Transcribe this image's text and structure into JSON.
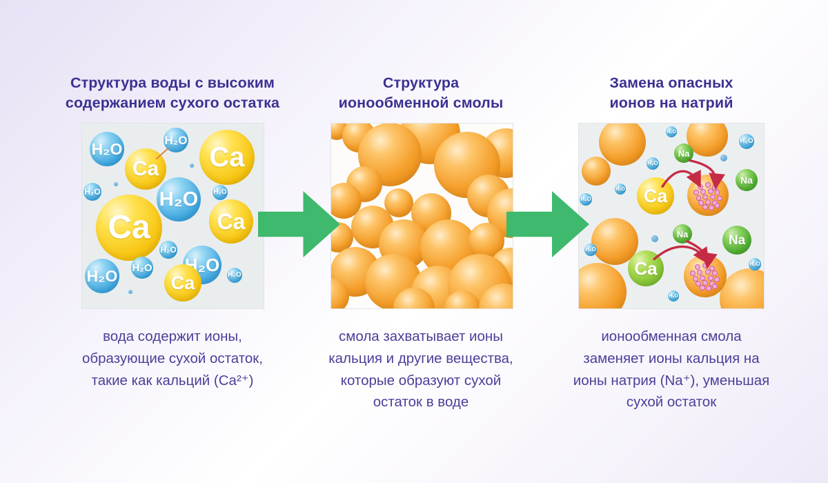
{
  "page": {
    "title_color": "#3b3191",
    "caption_color": "#4b3f98",
    "arrow_color": "#3eb96d",
    "red_arrow_color": "#c62b45",
    "pink_dot_color": "#f3abd8"
  },
  "labels": {
    "water": "H₂O",
    "calcium": "Ca",
    "sodium": "Na"
  },
  "columns": [
    {
      "title": "Структура воды с высоким\nсодержанием сухого остатка",
      "caption": "вода содержит ионы,\nобразующие сухой остаток,\nтакие как кальций (Ca²⁺)",
      "spheres": [
        [
          136,
          24,
          18,
          "w"
        ],
        [
          36,
          37,
          25,
          "w"
        ],
        [
          210,
          49,
          40,
          "ca"
        ],
        [
          92,
          66,
          30,
          "ca"
        ],
        [
          159,
          61,
          3,
          "wd"
        ],
        [
          49,
          88,
          3,
          "wd"
        ],
        [
          15,
          99,
          13,
          "w"
        ],
        [
          200,
          100,
          11,
          "w"
        ],
        [
          140,
          110,
          32,
          "w"
        ],
        [
          216,
          142,
          32,
          "ca"
        ],
        [
          68,
          151,
          48,
          "ca"
        ],
        [
          125,
          183,
          13,
          "w"
        ],
        [
          87,
          209,
          16,
          "w"
        ],
        [
          174,
          205,
          28,
          "w"
        ],
        [
          29,
          221,
          25,
          "w"
        ],
        [
          221,
          220,
          11,
          "w"
        ],
        [
          146,
          231,
          27,
          "ca"
        ],
        [
          70,
          244,
          3,
          "wd"
        ]
      ]
    },
    {
      "title": "Структура\nионообменной смолы",
      "caption": "смола захватывает ионы\nкальция и другие вещества,\nкоторые образуют сухой\nостаток в воде",
      "spheres": [
        [
          8,
          8,
          16,
          "o"
        ],
        [
          40,
          18,
          24,
          "o"
        ],
        [
          143,
          15,
          44,
          "o"
        ],
        [
          253,
          43,
          36,
          "o"
        ],
        [
          85,
          45,
          46,
          "o"
        ],
        [
          197,
          60,
          48,
          "o"
        ],
        [
          48,
          88,
          26,
          "o"
        ],
        [
          18,
          112,
          26,
          "o"
        ],
        [
          98,
          115,
          21,
          "o"
        ],
        [
          228,
          105,
          31,
          "o"
        ],
        [
          145,
          130,
          29,
          "o"
        ],
        [
          262,
          130,
          36,
          "o"
        ],
        [
          60,
          150,
          31,
          "o"
        ],
        [
          10,
          165,
          22,
          "o"
        ],
        [
          105,
          175,
          36,
          "o"
        ],
        [
          170,
          180,
          41,
          "o"
        ],
        [
          225,
          170,
          26,
          "o"
        ],
        [
          35,
          215,
          36,
          "o"
        ],
        [
          260,
          210,
          30,
          "o"
        ],
        [
          90,
          230,
          41,
          "o"
        ],
        [
          155,
          245,
          39,
          "o"
        ],
        [
          215,
          235,
          46,
          "o"
        ],
        [
          0,
          250,
          26,
          "o"
        ],
        [
          120,
          268,
          30,
          "o"
        ],
        [
          190,
          268,
          26,
          "o"
        ],
        [
          250,
          268,
          36,
          "o"
        ]
      ]
    },
    {
      "title": "Замена опасных\nионов на натрий",
      "caption": "ионообменная смола\nзаменяет ионы кальция на\nионы натрия (Na⁺), уменьшая\nсухой остаток",
      "spheres": [
        [
          63,
          27,
          34,
          "o"
        ],
        [
          25,
          69,
          21,
          "o"
        ],
        [
          186,
          18,
          30,
          "o"
        ],
        [
          52,
          171,
          34,
          "o"
        ],
        [
          27,
          244,
          42,
          "o"
        ],
        [
          248,
          254,
          44,
          "o"
        ],
        [
          134,
          12,
          8,
          "w"
        ],
        [
          243,
          26,
          11,
          "w"
        ],
        [
          152,
          43,
          14,
          "na"
        ],
        [
          107,
          58,
          9,
          "w"
        ],
        [
          210,
          50,
          5,
          "wd"
        ],
        [
          243,
          82,
          16,
          "na"
        ],
        [
          60,
          95,
          8,
          "w"
        ],
        [
          10,
          110,
          9,
          "w"
        ],
        [
          111,
          105,
          27,
          "ca"
        ],
        [
          187,
          104,
          30,
          "r"
        ],
        [
          110,
          167,
          5,
          "wd"
        ],
        [
          150,
          160,
          14,
          "na"
        ],
        [
          229,
          169,
          21,
          "na"
        ],
        [
          17,
          183,
          9,
          "w"
        ],
        [
          97,
          210,
          26,
          "cag"
        ],
        [
          183,
          221,
          31,
          "r"
        ],
        [
          255,
          204,
          9,
          "w"
        ],
        [
          137,
          250,
          8,
          "w"
        ]
      ],
      "red_arrows": [
        "M122,92 C140,64 162,62 175,88",
        "M162,54 C190,60 202,70 200,90",
        "M110,198 C140,172 170,175 186,200",
        "M158,172 C176,180 190,192 188,206"
      ]
    }
  ]
}
